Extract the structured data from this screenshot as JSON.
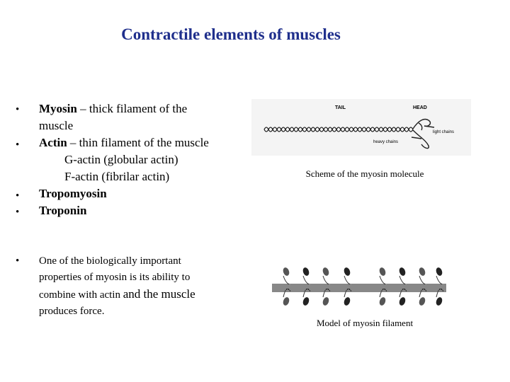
{
  "title": "Contractile elements of muscles",
  "bullet_char": "•",
  "items": [
    {
      "bold": "Myosin",
      "rest": " – thick filament of the",
      "cont": "muscle"
    },
    {
      "bold": "Actin",
      "rest": " – thin filament of the muscle"
    },
    {
      "sub1": "G-actin (globular actin)",
      "sub2": "F-actin (fibrilar actin)"
    },
    {
      "bold": "Tropomyosin"
    },
    {
      "bold": "Troponin"
    }
  ],
  "paragraph": {
    "line1": "One of the biologically important",
    "line2": "properties of myosin is its ability to",
    "line3a": "combine with actin ",
    "line3b": "and the muscle",
    "line4": "produces force."
  },
  "figure1": {
    "labels": {
      "tail": "TAIL",
      "head": "HEAD",
      "light": "light chains",
      "heavy": "heavy chains"
    },
    "caption": "Scheme of the myosin molecule"
  },
  "figure2": {
    "caption": "Model of myosin filament"
  }
}
